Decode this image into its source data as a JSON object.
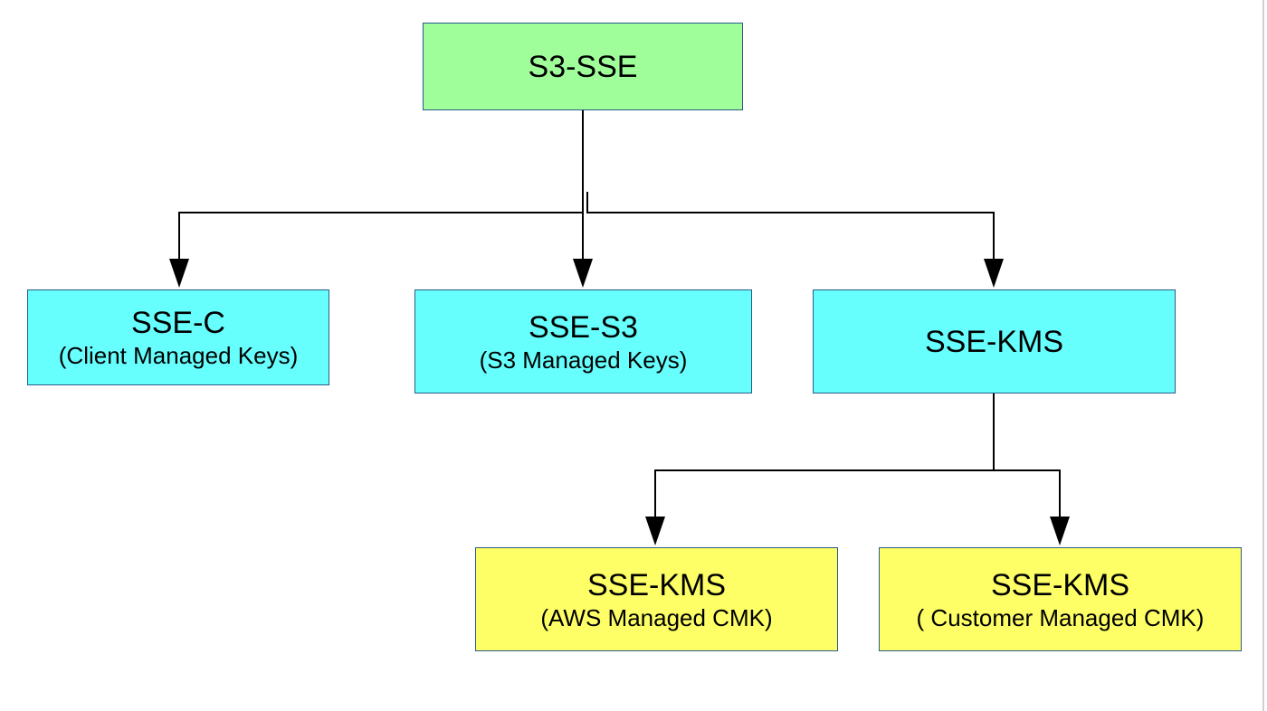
{
  "diagram": {
    "nodes": {
      "root": {
        "title": "S3-SSE",
        "subtitle": "",
        "color": "#9ffe9a"
      },
      "sse_c": {
        "title": "SSE-C",
        "subtitle": "(Client Managed Keys)",
        "color": "#66fffe"
      },
      "sse_s3": {
        "title": "SSE-S3",
        "subtitle": "(S3 Managed Keys)",
        "color": "#66fffe"
      },
      "sse_kms": {
        "title": "SSE-KMS",
        "subtitle": "",
        "color": "#66fffe"
      },
      "kms_aws": {
        "title": "SSE-KMS",
        "subtitle": "(AWS Managed CMK)",
        "color": "#feff66"
      },
      "kms_customer": {
        "title": "SSE-KMS",
        "subtitle": "( Customer Managed CMK)",
        "color": "#feff66"
      }
    },
    "edges": [
      {
        "from": "root",
        "to": "sse_c"
      },
      {
        "from": "root",
        "to": "sse_s3"
      },
      {
        "from": "root",
        "to": "sse_kms"
      },
      {
        "from": "sse_kms",
        "to": "kms_aws"
      },
      {
        "from": "sse_kms",
        "to": "kms_customer"
      }
    ],
    "colors": {
      "border": "#2a5a8a",
      "connector": "#000000"
    }
  }
}
